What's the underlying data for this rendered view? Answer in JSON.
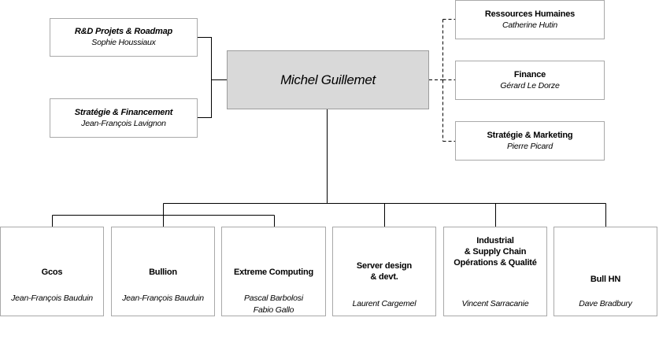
{
  "ceo": {
    "name": "Michel Guillemet"
  },
  "left_boxes": [
    {
      "title": "R&D Projets & Roadmap",
      "person": "Sophie Houssiaux"
    },
    {
      "title": "Stratégie & Financement",
      "person": "Jean-François Lavignon"
    }
  ],
  "right_boxes": [
    {
      "title": "Ressources Humaines",
      "person": "Catherine Hutin"
    },
    {
      "title": "Finance",
      "person": "Gérard Le Dorze"
    },
    {
      "title": "Stratégie & Marketing",
      "person": "Pierre Picard"
    }
  ],
  "bottom_boxes": [
    {
      "title": "Gcos",
      "person": "Jean-François Bauduin"
    },
    {
      "title": "Bullion",
      "person": "Jean-François Bauduin"
    },
    {
      "title": "Extreme Computing",
      "person": "Pascal Barbolosi\nFabio Gallo"
    },
    {
      "title": "Server design\n& devt.",
      "person": "Laurent Cargemel"
    },
    {
      "title": "Industrial\n& Supply Chain\nOpérations & Qualité",
      "person": "Vincent Sarracanie"
    },
    {
      "title": "Bull HN",
      "person": "Dave Bradbury"
    }
  ]
}
